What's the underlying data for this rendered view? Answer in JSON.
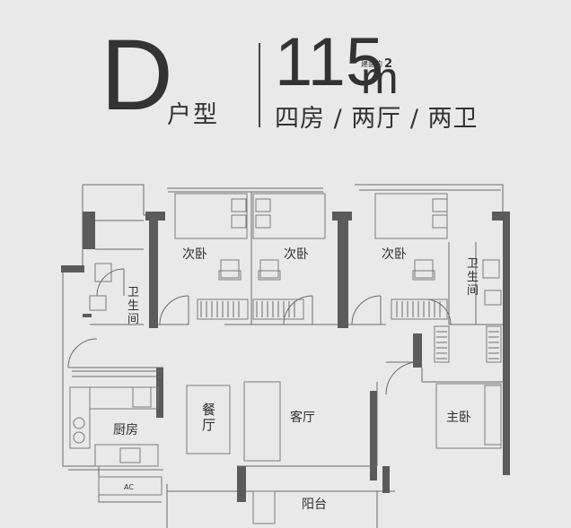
{
  "header": {
    "type_letter": "D",
    "type_suffix": "户型",
    "area_value": "115",
    "area_unit": "m",
    "area_superscript": "2",
    "area_note": "建面约",
    "rooms_summary": "四房 / 两厅 / 两卫"
  },
  "plan": {
    "rooms": {
      "bedroom_1": "次卧",
      "bedroom_2": "次卧",
      "bedroom_3": "次卧",
      "bathroom_left": "卫生间",
      "bathroom_right": "卫生间",
      "kitchen": "厨房",
      "dining": "餐厅",
      "living": "客厅",
      "master_bedroom": "主卧",
      "balcony": "阳台",
      "ac_mark": "AC"
    }
  },
  "colors": {
    "background": "#e9e9e9",
    "wall": "#5b5b5b",
    "line": "#6a6a6a",
    "text": "#2f2f2f"
  }
}
